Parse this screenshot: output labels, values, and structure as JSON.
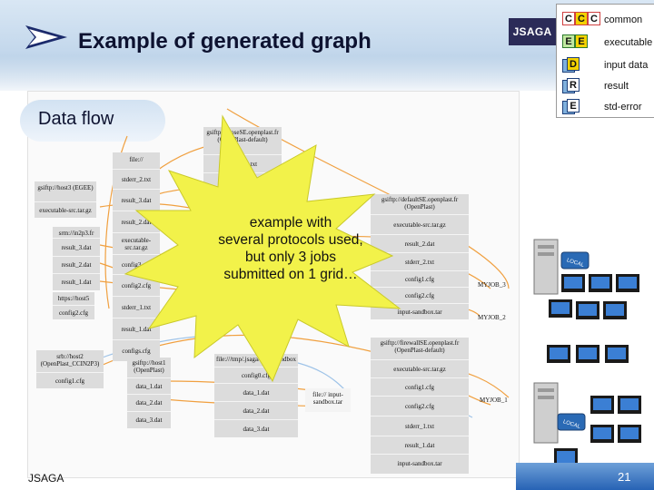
{
  "slide": {
    "title": "Example of generated graph",
    "section_label": "Data flow",
    "brand": "JSAGA",
    "footer_brand": "JSAGA",
    "page_number": "21",
    "accent_color": "#2763b5"
  },
  "legend": {
    "items": [
      {
        "letters": [
          "C",
          "C",
          "C"
        ],
        "label": "common"
      },
      {
        "letters": [
          "E",
          "E"
        ],
        "label": "executable"
      },
      {
        "letters": [
          "D"
        ],
        "label": "input data"
      },
      {
        "letters": [
          "R"
        ],
        "label": "result"
      },
      {
        "letters": [
          "E"
        ],
        "label": "std-error"
      }
    ]
  },
  "callout": {
    "lines": [
      "example with",
      "several protocols used,",
      "but only 3 jobs",
      "submitted on 1 grid…"
    ]
  },
  "graph": {
    "nodes": [
      {
        "id": "close_se",
        "header": "gsiftp://closeSE.openplast.fr (OpenPlast-default)",
        "rows": [
          "stderr_3.txt",
          "result_3.dat"
        ]
      },
      {
        "id": "file_top",
        "header": "file://",
        "rows": [
          "stderr_2.txt",
          "result_3.dat",
          "result_2.dat",
          "executable-src.tar.gz",
          "config3.cfg",
          "config2.cfg",
          "stderr_1.txt",
          "result_1.dat",
          "configs.cfg"
        ]
      },
      {
        "id": "host3",
        "header": "gsiftp://host3 (EGEE)",
        "rows": [
          "executable-src.tar.gz"
        ]
      },
      {
        "id": "srm_in2p3",
        "header": "srm://in2p3.fr",
        "rows": [
          "result_3.dat",
          "result_2.dat",
          "result_1.dat"
        ]
      },
      {
        "id": "host5",
        "header": "https://host5",
        "rows": [
          "config2.cfg"
        ]
      },
      {
        "id": "default_se",
        "header": "gsiftp://defaultSE.openplast.fr (OpenPlast)",
        "rows": [
          "executable-src.tar.gz",
          "result_2.dat",
          "stderr_2.txt",
          "config1.cfg",
          "config2.cfg",
          "input-sandbox.tar"
        ]
      },
      {
        "id": "host2",
        "header": "srb://host2 (OpenPlast_CCIN2P3)",
        "rows": [
          "config1.cfg"
        ]
      },
      {
        "id": "host1",
        "header": "gsiftp://host1 (OpenPlast)",
        "rows": [
          "data_1.dat",
          "data_2.dat",
          "data_3.dat"
        ]
      },
      {
        "id": "tmp_sbox",
        "header": "file:///tmp/.jsaga/input-sandbox",
        "rows": [
          "config0.cfg",
          "data_1.dat",
          "data_2.dat",
          "data_3.dat"
        ]
      },
      {
        "id": "file_mid",
        "header": "file:// input-sandbox.tar",
        "rows": []
      },
      {
        "id": "firewall_se",
        "header": "gsiftp://firewallSE.openplast.fr (OpenPlast-default)",
        "rows": [
          "executable-src.tar.gz",
          "config1.cfg",
          "config2.cfg",
          "stderr_1.txt",
          "result_1.dat",
          "input-sandbox.tar"
        ]
      }
    ],
    "jobs": [
      "MYJOB_3",
      "MYJOB_2",
      "MYJOB_1"
    ],
    "server_labels": [
      "LOCAL",
      "LOCAL"
    ]
  }
}
